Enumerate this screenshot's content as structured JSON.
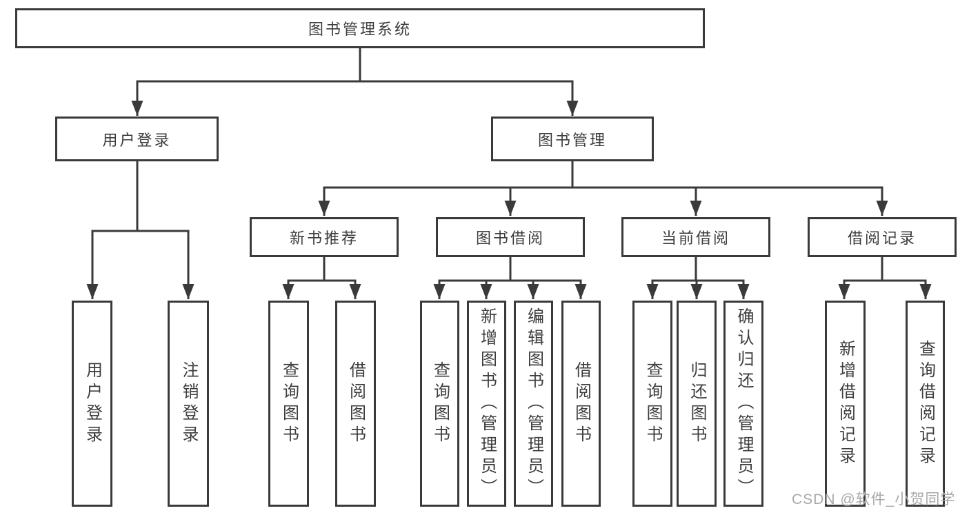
{
  "tree": {
    "root": {
      "label": "图书管理系统"
    },
    "branches": [
      {
        "label": "用户登录",
        "leaves": [
          {
            "label": "用户登录"
          },
          {
            "label": "注销登录"
          }
        ]
      },
      {
        "label": "图书管理",
        "sections": [
          {
            "label": "新书推荐",
            "leaves": [
              {
                "label": "查询图书"
              },
              {
                "label": "借阅图书"
              }
            ]
          },
          {
            "label": "图书借阅",
            "leaves": [
              {
                "label": "查询图书"
              },
              {
                "label": "新增图书（管理员）"
              },
              {
                "label": "编辑图书（管理员）"
              },
              {
                "label": "借阅图书"
              }
            ]
          },
          {
            "label": "当前借阅",
            "leaves": [
              {
                "label": "查询图书"
              },
              {
                "label": "归还图书"
              },
              {
                "label": "确认归还（管理员）"
              }
            ]
          },
          {
            "label": "借阅记录",
            "leaves": [
              {
                "label": "新增借阅记录"
              },
              {
                "label": "查询借阅记录"
              }
            ]
          }
        ]
      }
    ]
  },
  "watermark": {
    "text": "CSDN @软件_小贺同学"
  },
  "colors": {
    "line": "#3a3a3a",
    "box_border": "#3a3a3a",
    "text": "#3d3d3d",
    "watermark": "#a8a8a8",
    "background": "#ffffff"
  }
}
